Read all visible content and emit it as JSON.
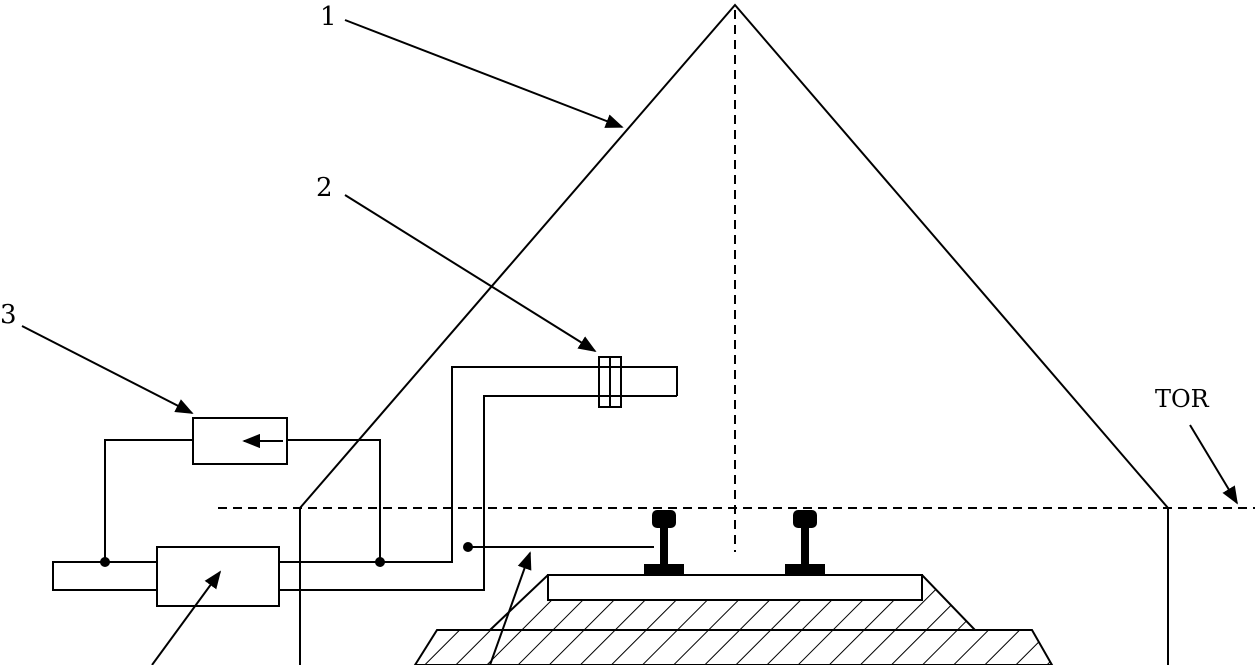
{
  "labels": {
    "l1": "1",
    "l2": "2",
    "l3": "3",
    "tor": "TOR"
  },
  "colors": {
    "line": "#000000",
    "background": "#ffffff"
  }
}
